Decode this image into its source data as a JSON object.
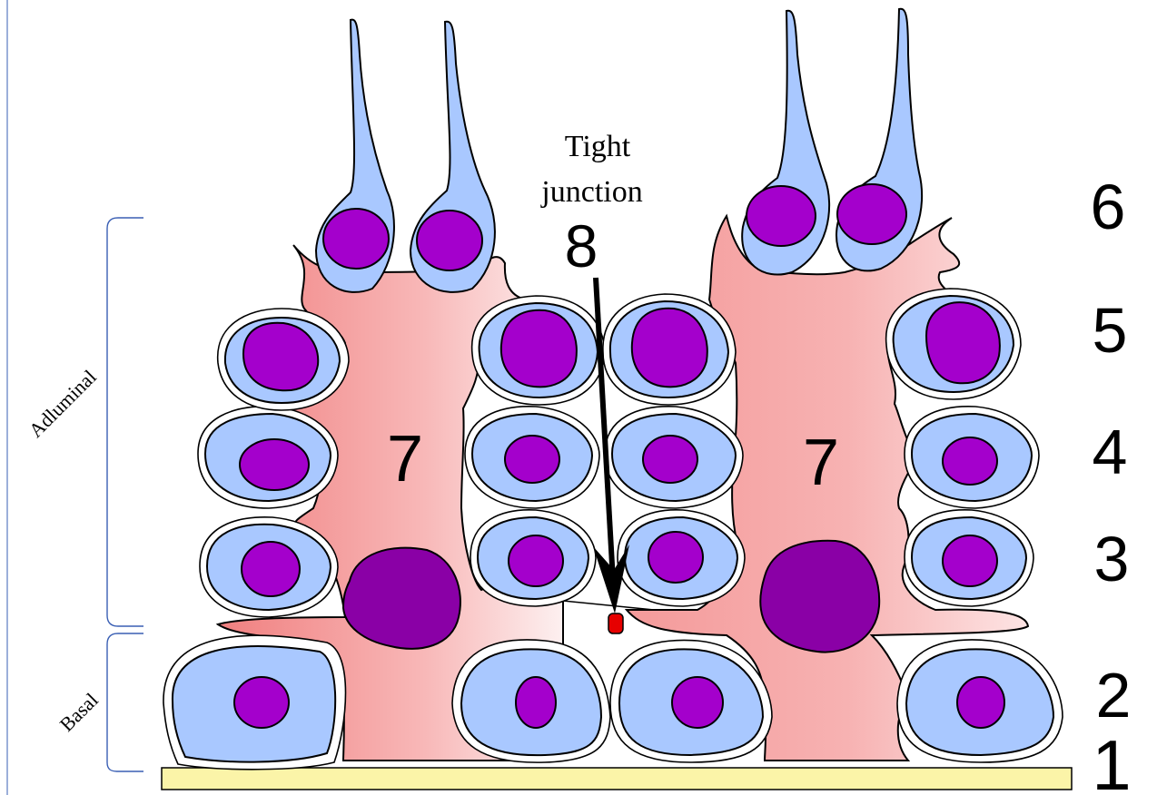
{
  "labels": {
    "basement_membrane": "1",
    "spermatogonia": "2",
    "primary_spermatocyte": "3",
    "secondary_spermatocyte": "4",
    "spermatid": "5",
    "spermatozoa": "6",
    "sertoli_left": "7",
    "sertoli_right": "7",
    "tight_junction_number": "8",
    "tight_junction_line1": "Tight",
    "tight_junction_line2": "junction",
    "compartment_adluminal": "Adluminal",
    "compartment_basal": "Basal"
  },
  "colors": {
    "germ_cell": "#a9c8ff",
    "nucleus": "#a400cc",
    "sertoli_nucleus": "#8a00a6",
    "sertoli_dark": "#f08a8a",
    "sertoli_light": "#fde8e8",
    "basement": "#fbf4a8",
    "tight_junction": "#e60000",
    "bracket": "#3a5fb4"
  }
}
